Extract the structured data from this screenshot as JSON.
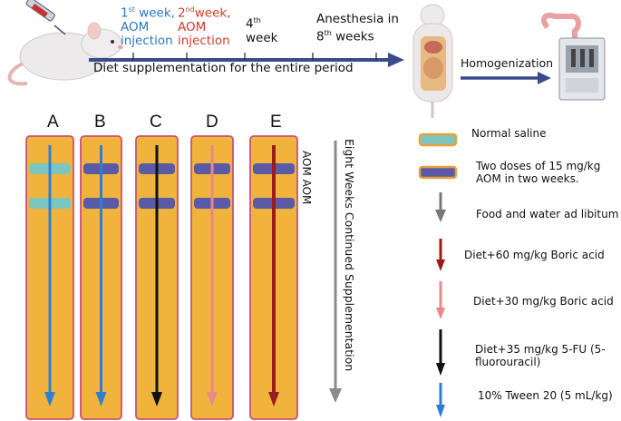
{
  "timeline": {
    "week1": {
      "num": "1",
      "sup": "st",
      "rest_line1": " week,",
      "line2": "AOM",
      "line3": "injection",
      "color": "#2a78c4"
    },
    "week2": {
      "num": "2",
      "sup": "nd",
      "rest_line1": "week,",
      "line2": "AOM",
      "line3": "injection",
      "color": "#d23a2a"
    },
    "week4": {
      "num": "4",
      "sup": "th",
      "line2": "week"
    },
    "anesthesia": {
      "line1": "Anesthesia in",
      "num": "8",
      "sup": "th",
      "line2_rest": " weeks"
    },
    "diet_label": "Diet supplementation for the entire  period",
    "homogenization": "Homogenization",
    "arrow_color": "#3a4a8a"
  },
  "groups": [
    {
      "label": "A",
      "arrow_color": "#2f7fd1",
      "marker": "#7dc6c0"
    },
    {
      "label": "B",
      "arrow_color": "#2f7fd1",
      "marker": "#5a5aa6"
    },
    {
      "label": "C",
      "arrow_color": "#111111",
      "marker": "#5a5aa6"
    },
    {
      "label": "D",
      "arrow_color": "#e88a8a",
      "marker": "#5a5aa6"
    },
    {
      "label": "E",
      "arrow_color": "#9a1c1c",
      "marker": "#5a5aa6"
    }
  ],
  "aom_labels": "AOM  AOM",
  "side_label": "Eight  Weeks Continued Supplementation",
  "colors": {
    "column_fill": "#f0b43c",
    "column_border": "#c9527a"
  },
  "legend": [
    {
      "text": "Normal saline",
      "type": "saline-swatch"
    },
    {
      "text": "Two doses of 15 mg/kg\nAOM in two weeks.",
      "type": "aom-swatch"
    },
    {
      "text": "Food and water ad libitum",
      "type": "arrow",
      "color": "#777777"
    },
    {
      "text": "Diet+60 mg/kg Boric acid",
      "type": "arrow",
      "color": "#9a1c1c"
    },
    {
      "text": "Diet+30 mg/kg Boric acid",
      "type": "arrow",
      "color": "#e88a8a"
    },
    {
      "text": "Diet+35 mg/kg 5-FU (5-\nfluorouracil)",
      "type": "arrow",
      "color": "#111111"
    },
    {
      "text": "10% Tween 20 (5 mL/kg)",
      "type": "arrow",
      "color": "#2f7fd1"
    }
  ]
}
